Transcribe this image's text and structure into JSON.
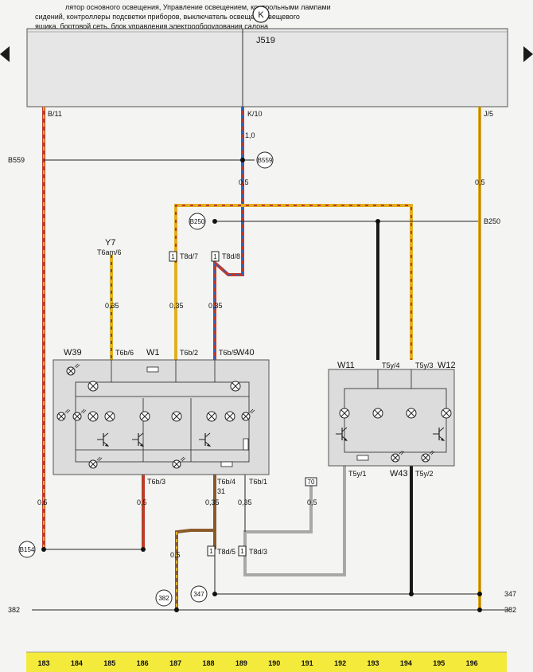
{
  "header": {
    "ground_symbol": "K",
    "line1": "лятор основного освещения, Управление освещением, контрольными лампами",
    "line2": "сидений, контроллеры подсветки приборов, выключатель освещения вещевого",
    "line3": "ящика, бортовой сеть, блок управления электрооборудования салона"
  },
  "control_unit": {
    "name": "J519"
  },
  "pins_top": {
    "b11": "B/11",
    "k10": "K/10",
    "j5": "J/5"
  },
  "connectors": {
    "b559_left": "B559",
    "b559_node": "B559",
    "b250_node": "B250",
    "b250_right": "B250",
    "b154": "B154",
    "t8d7": "T8d/7",
    "t8d8": "T8d/8",
    "t8d5": "T8d/5",
    "t8d3": "T8d/3",
    "t6am6": "T6am/6",
    "t6b6": "T6b/6",
    "t6b2": "T6b/2",
    "t6b5": "T6b/5",
    "t6b3": "T6b/3",
    "t6b4": "T6b/4",
    "t6b1": "T6b/1",
    "t5y4": "T5y/4",
    "t5y3": "T5y/3",
    "t5y1": "T5y/1",
    "t5y2": "T5y/2",
    "pin31": "31"
  },
  "sizes": {
    "k10_top": "1,0",
    "k10_mid": "0,5",
    "j5": "0,5",
    "y7": "0,35",
    "w1_in": "0,35",
    "w40_in": "0,35",
    "b11_low": "0,5",
    "t6b3_low": "0,5",
    "t6b4_low": "0,35",
    "t6b1_low": "0,35",
    "node70": "0,5",
    "t8d5_left": "0,5"
  },
  "components": {
    "y7": "Y7",
    "w39": "W39",
    "w1": "W1",
    "w40": "W40",
    "w11": "W11",
    "w12": "W12",
    "w43": "W43",
    "node70": "70"
  },
  "ground_refs": {
    "g382": "382",
    "g347": "347",
    "r347": "347",
    "r382": "382",
    "l382": "382"
  },
  "scale": [
    "183",
    "184",
    "185",
    "186",
    "187",
    "188",
    "189",
    "190",
    "191",
    "192",
    "193",
    "194",
    "195",
    "196"
  ],
  "colors": {
    "background": "#f4f4f2",
    "scale_bar": "#f4ea3c",
    "wire_red": "#c0392b",
    "wire_brown": "#8a5a2b",
    "wire_yellow": "#e0b020",
    "wire_blue": "#3a5fb0",
    "wire_gray": "#a8a8a8",
    "wire_black": "#1a1a1a"
  }
}
